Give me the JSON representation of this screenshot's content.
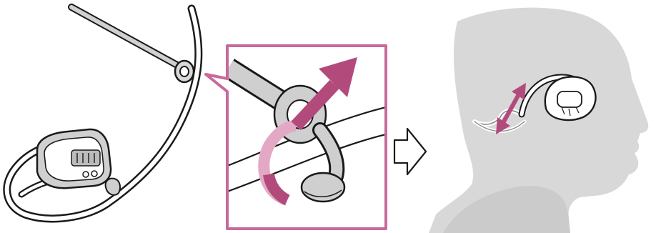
{
  "figure": {
    "panels": [
      {
        "name": "headband-with-adjuster",
        "icon": "headphone-band-illustration"
      },
      {
        "name": "adjuster-close-up",
        "icon": "rotate-arrow-illustration"
      },
      {
        "name": "transition",
        "icon": "right-arrow-icon"
      },
      {
        "name": "wearing-on-head",
        "icon": "head-profile-illustration"
      }
    ],
    "colors": {
      "line": "#1a1a1a",
      "accent": "#b24a7c",
      "accent_light": "#e3a9c4",
      "callout_frame": "#c8699a",
      "head_fill": "#d8d8d8",
      "part_fill": "#cfcfcf",
      "background": "#ffffff"
    }
  }
}
